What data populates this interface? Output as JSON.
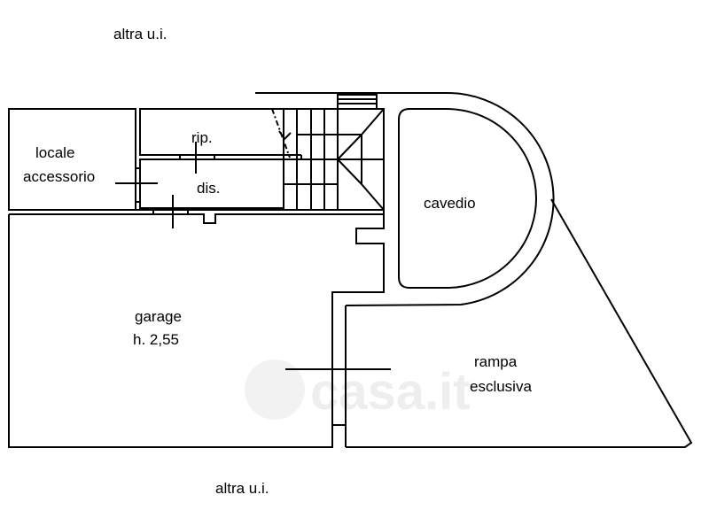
{
  "labels": {
    "top_neighbor": "altra u.i.",
    "bottom_neighbor": "altra u.i.",
    "locale_1": "locale",
    "locale_2": "accessorio",
    "rip": "rip.",
    "dis": "dis.",
    "cavedio": "cavedio",
    "garage_1": "garage",
    "garage_2": "h. 2,55",
    "rampa_1": "rampa",
    "rampa_2": "esclusiva"
  },
  "watermark": "casa.it"
}
